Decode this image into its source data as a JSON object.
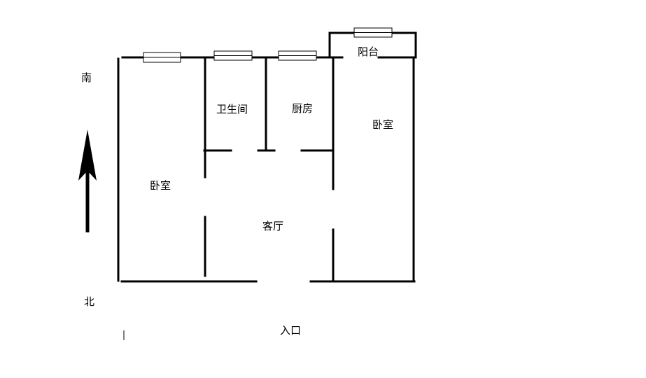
{
  "compass": {
    "south_label": "南",
    "north_label": "北"
  },
  "rooms": {
    "bedroom_left": "卧室",
    "bathroom": "卫生间",
    "kitchen": "厨房",
    "balcony": "阳台",
    "bedroom_right": "卧室",
    "living_room": "客厅"
  },
  "entrance_label": "入口",
  "colors": {
    "wall": "#000000",
    "window_frame": "#000000",
    "background": "#ffffff"
  }
}
